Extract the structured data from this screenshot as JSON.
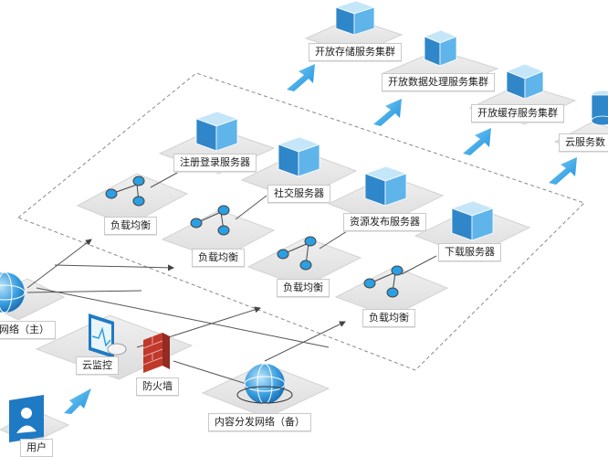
{
  "nodes": {
    "open_storage": "开放存储服务集群",
    "open_data_processing": "开放数据处理服务集群",
    "open_cache": "开放缓存服务集群",
    "cloud_db": "云服务数",
    "register_login": "注册登录服务器",
    "social": "社交服务器",
    "resource_publish": "资源发布服务器",
    "download": "下载服务器",
    "lb1": "负载均衡",
    "lb2": "负载均衡",
    "lb3": "负载均衡",
    "lb4": "负载均衡",
    "network_main": "网络（主）",
    "cloud_monitor": "云监控",
    "firewall": "防火墙",
    "cdn_backup": "内容分发网络（备）",
    "user": "用户"
  },
  "colors": {
    "accent_blue": "#2a9fe3",
    "server_blue": "#3a8fd0",
    "platform_gray": "#e9e9e9",
    "line_dark": "#555555",
    "firewall_red": "#c0392b"
  }
}
